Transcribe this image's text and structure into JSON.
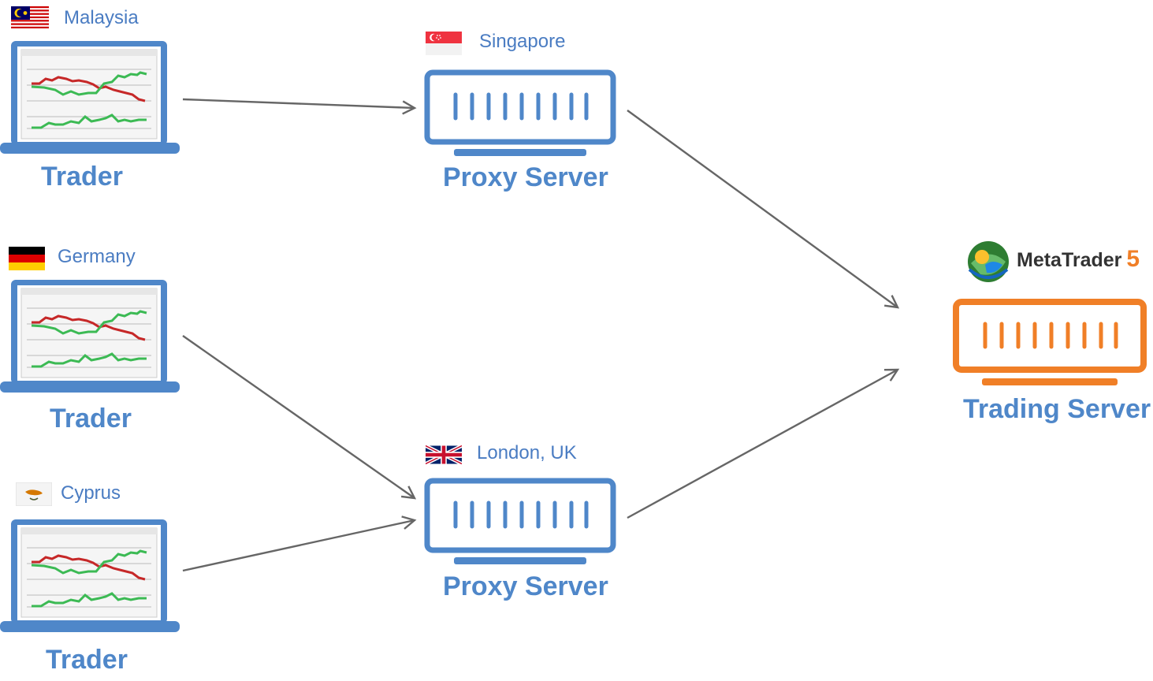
{
  "traders": [
    {
      "country": "Malaysia",
      "label": "Trader"
    },
    {
      "country": "Germany",
      "label": "Trader"
    },
    {
      "country": "Cyprus",
      "label": "Trader"
    }
  ],
  "proxies": [
    {
      "location": "Singapore",
      "label": "Proxy Server"
    },
    {
      "location": "London, UK",
      "label": "Proxy Server"
    }
  ],
  "trading_server": {
    "brand": "MetaTrader",
    "brand_version": "5",
    "label": "Trading Server"
  },
  "colors": {
    "laptop": "#4f87c9",
    "proxy": "#4f87c9",
    "trading_server": "#f07f27",
    "arrow": "#666666",
    "chart_red": "#c62828",
    "chart_green": "#3cba54"
  }
}
